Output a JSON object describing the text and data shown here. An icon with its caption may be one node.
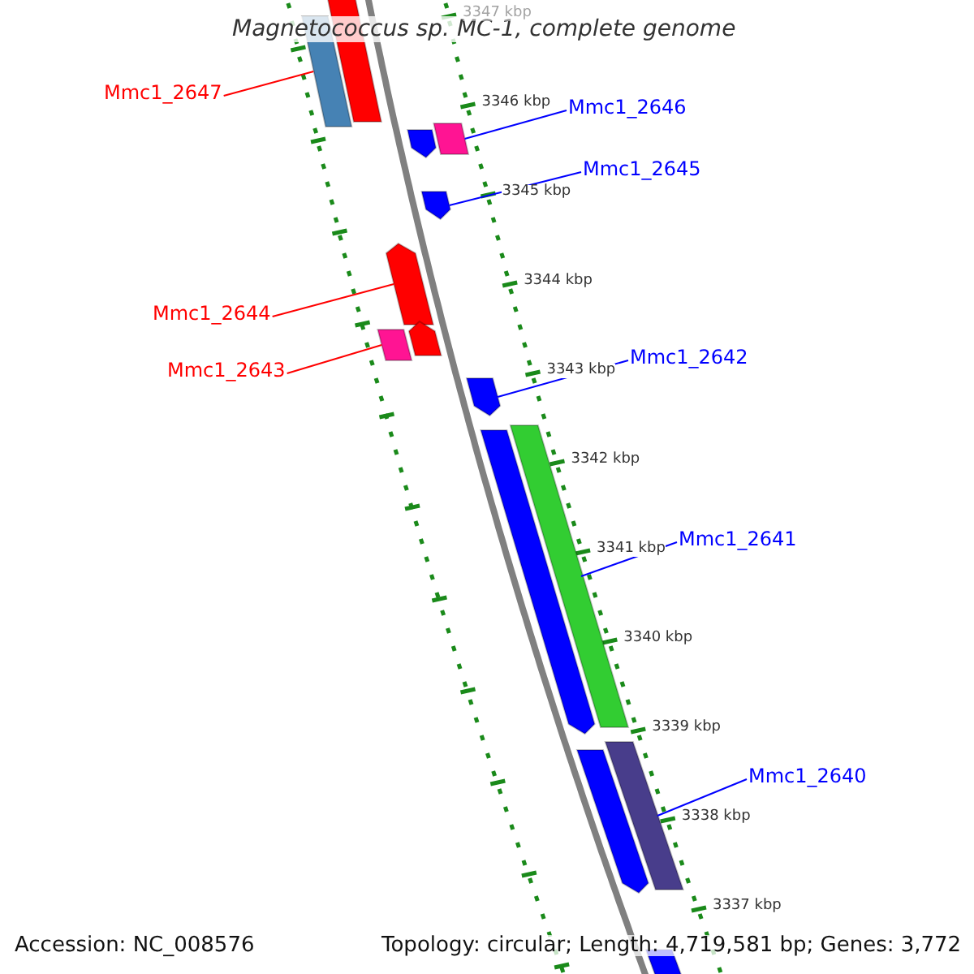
{
  "diagram": {
    "title": "Magnetococcus sp. MC-1, complete genome",
    "nodes": [
      {
        "text": [
          "Mmc1_2647"
        ]
      },
      {
        "text": [],
        "shape": "bar"
      },
      {
        "text": [],
        "shape": "bar"
      },
      {
        "text": [
          "Mmc1_2646"
        ]
      },
      {
        "text": [],
        "shape": "bar"
      },
      {
        "text": [],
        "shape": "bar"
      },
      {
        "text": [
          "Mmc1_2645"
        ]
      },
      {
        "text": [],
        "shape": "bar"
      },
      {
        "text": [
          "Mmc1_2644"
        ]
      },
      {
        "text": [],
        "shape": "bar"
      },
      {
        "text": [
          "Mmc1_2643"
        ]
      },
      {
        "text": [],
        "shape": "bar"
      },
      {
        "text": [],
        "shape": "bar"
      },
      {
        "text": [
          "Mmc1_2642"
        ]
      },
      {
        "text": [],
        "shape": "bar"
      },
      {
        "text": [
          "Mmc1_2641"
        ]
      },
      {
        "text": [],
        "shape": "bar"
      },
      {
        "text": [],
        "shape": "bar"
      },
      {
        "text": [
          "Mmc1_2640"
        ]
      },
      {
        "text": [],
        "shape": "bar"
      },
      {
        "text": [],
        "shape": "bar"
      },
      {
        "text": [],
        "shape": "bar"
      }
    ],
    "edges": [
      {
        "from": 0,
        "to": 1,
        "arrow": "none",
        "color": "#ff0000"
      },
      {
        "from": 3,
        "to": 5,
        "arrow": "none"
      },
      {
        "from": 6,
        "to": 7,
        "arrow": "none"
      },
      {
        "from": 8,
        "to": 9,
        "arrow": "none",
        "color": "#ff0000"
      },
      {
        "from": 10,
        "to": 11,
        "arrow": "none",
        "color": "#ff0000"
      },
      {
        "from": 13,
        "to": 14,
        "arrow": "none"
      },
      {
        "from": 15,
        "to": 17,
        "arrow": "none"
      },
      {
        "from": 18,
        "to": 20,
        "arrow": "none"
      }
    ],
    "labels": [
      "3347 kbp",
      "3346 kbp",
      "3345 kbp",
      "3344 kbp",
      "3343 kbp",
      "3342 kbp",
      "3341 kbp",
      "3340 kbp",
      "3339 kbp",
      "3338 kbp",
      "3337 kbp",
      "Accession: NC_008576",
      "Topology: circular; Length: 4,719,581 bp; Genes: 3,772"
    ]
  }
}
